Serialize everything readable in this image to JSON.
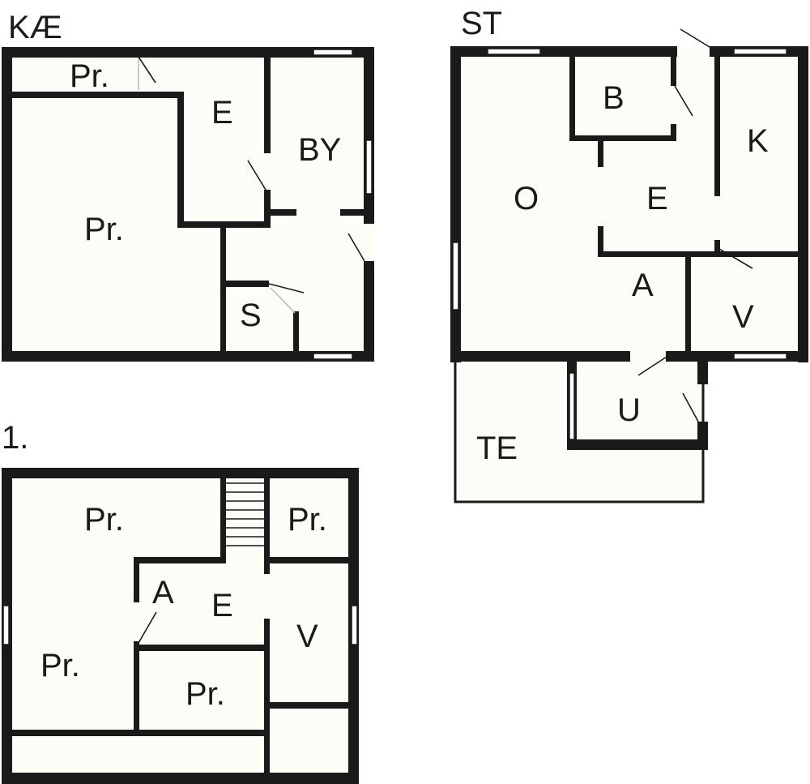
{
  "floors": {
    "basement": {
      "title": "KÆ",
      "rooms": {
        "storage_top": "Pr.",
        "storage_main": "Pr.",
        "hall": "E",
        "bath": "BY",
        "sauna": "S"
      }
    },
    "ground": {
      "title": "ST",
      "rooms": {
        "living": "O",
        "bath": "B",
        "hall": "E",
        "kitchen": "K",
        "room_a": "A",
        "closet": "V",
        "utility": "U",
        "terrace": "TE"
      }
    },
    "first": {
      "title": "1.",
      "rooms": {
        "room_top": "Pr.",
        "room_top_right": "Pr.",
        "alcove": "A",
        "hall": "E",
        "closet": "V",
        "room_left": "Pr.",
        "room_bottom": "Pr."
      }
    }
  },
  "colors": {
    "wall": "#1a1a1a",
    "floor": "#fdfdf8",
    "background": "#ffffff"
  }
}
